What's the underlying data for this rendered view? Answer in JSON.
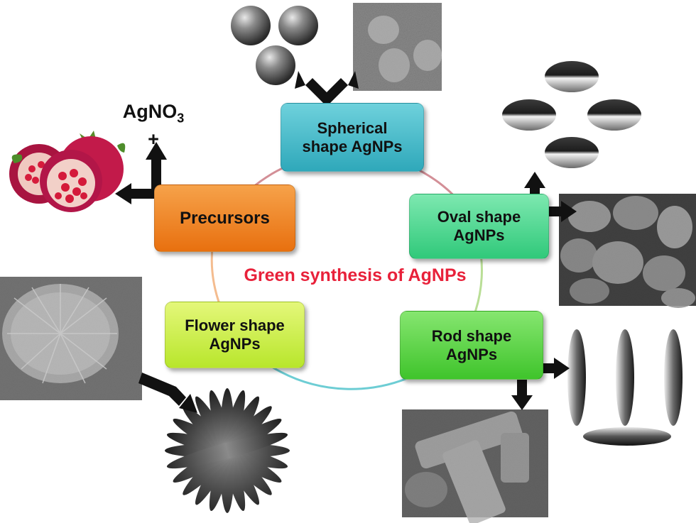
{
  "diagram": {
    "center_label": "Green synthesis of AgNPs",
    "nodes": {
      "spherical": "Spherical\nshape AgNPs",
      "oval": "Oval  shape\nAgNPs",
      "rod": "Rod shape\nAgNPs",
      "flower": "Flower shape\nAgNPs",
      "precursors": "Precursors"
    },
    "precursor_text": {
      "formula_base": "AgNO",
      "formula_sub": "3",
      "plus": "+"
    },
    "colors": {
      "spherical": "#3fb6c6",
      "oval": "#3fd38a",
      "rod": "#52d43a",
      "flower": "#c8ef2d",
      "precursors": "#f07b1e",
      "center_label": "#e8213a",
      "cycle_top": "#c0606b",
      "cycle_bottom": "#49c1c9"
    }
  }
}
